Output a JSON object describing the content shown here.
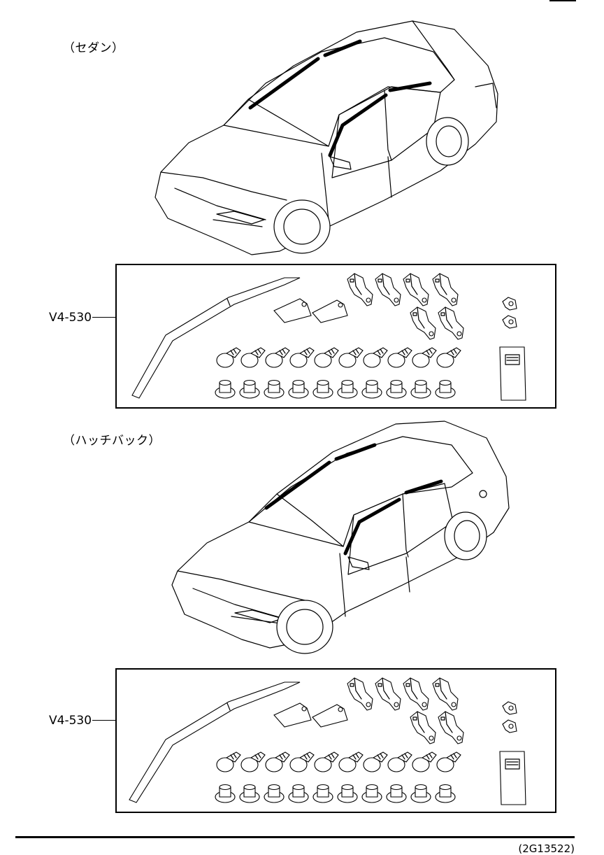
{
  "sections": [
    {
      "title": "（セダン）",
      "kit_part_number": "V4-530",
      "clip_count": 10,
      "grommet_count": 10,
      "bracket_count": 6,
      "small_clip_count": 2
    },
    {
      "title": "（ハッチバック）",
      "kit_part_number": "V4-530",
      "clip_count": 10,
      "grommet_count": 10,
      "bracket_count": 6,
      "small_clip_count": 2
    }
  ],
  "figure_id": "(2G13522)",
  "icons": {
    "car": "car-illustration-icon",
    "visor": "door-visor-icon",
    "bracket": "mounting-bracket-icon",
    "clip": "push-clip-icon",
    "grommet": "grommet-icon",
    "manual": "instruction-manual-icon",
    "tape": "adhesive-tape-icon"
  }
}
